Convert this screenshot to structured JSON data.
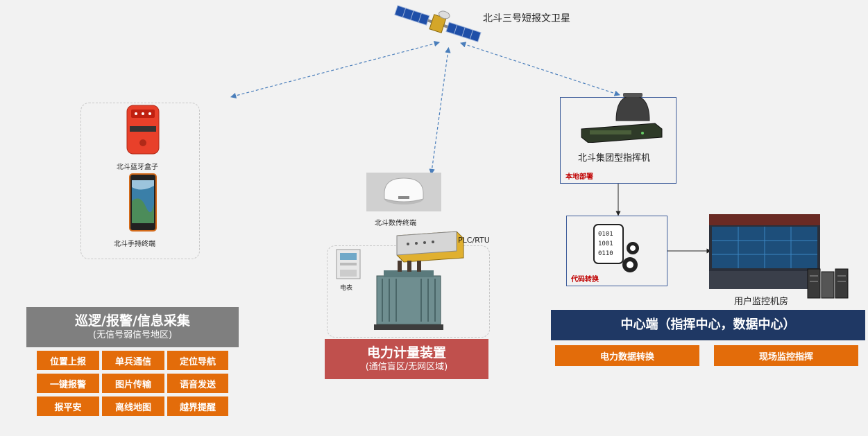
{
  "satellite": {
    "label": "北斗三号短报文卫星"
  },
  "left": {
    "device1_label": "北斗蓝牙盒子",
    "device2_label": "北斗手持终端",
    "title": "巡逻/报警/信息采集",
    "subtitle": "(无信号弱信号地区)",
    "features": [
      "位置上报",
      "单兵通信",
      "定位导航",
      "一键报警",
      "图片传输",
      "语音发送",
      "报平安",
      "离线地图",
      "越界提醒"
    ]
  },
  "middle": {
    "terminal_label": "北斗数传终端",
    "plc_label": "PLC/RTU",
    "meter_label": "电表",
    "title": "电力计量装置",
    "subtitle": "(通信盲区/无网区域)"
  },
  "right": {
    "commander_label": "北斗集团型指挥机",
    "local_deploy": "本地部署",
    "code_convert": "代码转换",
    "monitor_label": "用户监控机房",
    "title": "中心端（指挥中心，数据中心）",
    "tags": [
      "电力数据转换",
      "现场监控指挥"
    ]
  },
  "colors": {
    "gray_bar": "#7f7f7f",
    "red_bar": "#c0504d",
    "navy_bar": "#1f3864",
    "orange": "#e36c0a",
    "dash": "#4a7ebb"
  }
}
